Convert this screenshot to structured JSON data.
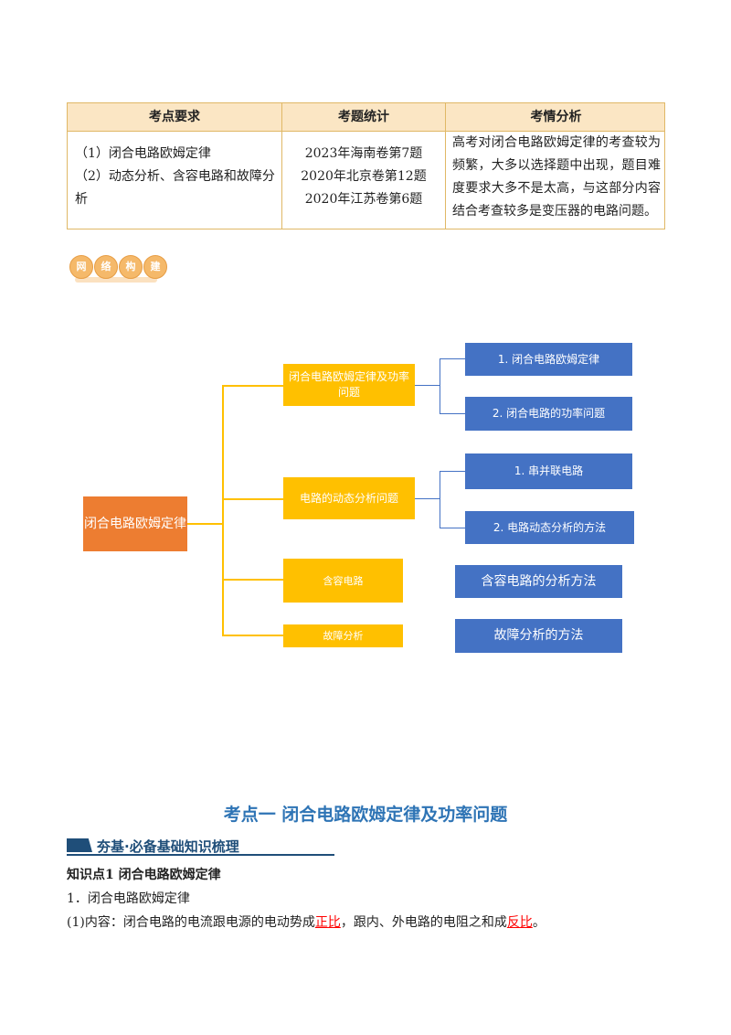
{
  "table": {
    "headers": [
      "考点要求",
      "考题统计",
      "考情分析"
    ],
    "requirements": [
      "（1）闭合电路欧姆定律",
      "（2）动态分析、含容电路和故障分析"
    ],
    "stats": [
      "2023年海南卷第7题",
      "2020年北京卷第12题",
      "2020年江苏卷第6题"
    ],
    "analysis": "高考对闭合电路欧姆定律的考查较为频繁，大多以选择题中出现，题目难度要求大多不是太高，与这部分内容结合考查较多是变压器的电路问题。"
  },
  "badge": [
    "网",
    "络",
    "构",
    "建"
  ],
  "mindmap": {
    "root": "闭合电路欧姆定律",
    "branches": [
      {
        "label": "闭合电路欧姆定律及功率问题",
        "children": [
          "1. 闭合电路欧姆定律",
          "2. 闭合电路的功率问题"
        ]
      },
      {
        "label": "电路的动态分析问题",
        "children": [
          "1. 串并联电路",
          "2. 电路动态分析的方法"
        ]
      },
      {
        "label": "含容电路",
        "children": [
          "含容电路的分析方法"
        ]
      },
      {
        "label": "故障分析",
        "children": [
          "故障分析的方法"
        ]
      }
    ]
  },
  "section": {
    "title": "考点一  闭合电路欧姆定律及功率问题",
    "ribbon": "夯基·必备基础知识梳理",
    "knowledge_point": "知识点1  闭合电路欧姆定律",
    "item1": "1．闭合电路欧姆定律",
    "content_prefix": "(1)内容：闭合电路的电流跟电源的电动势成",
    "answer1": "正比",
    "content_middle": "，跟内、外电路的电阻之和成",
    "answer2": "反比",
    "content_suffix": "。"
  },
  "colors": {
    "root": "#ed7d31",
    "branch": "#ffc000",
    "leaf": "#4472c4",
    "title": "#2e74b5"
  }
}
